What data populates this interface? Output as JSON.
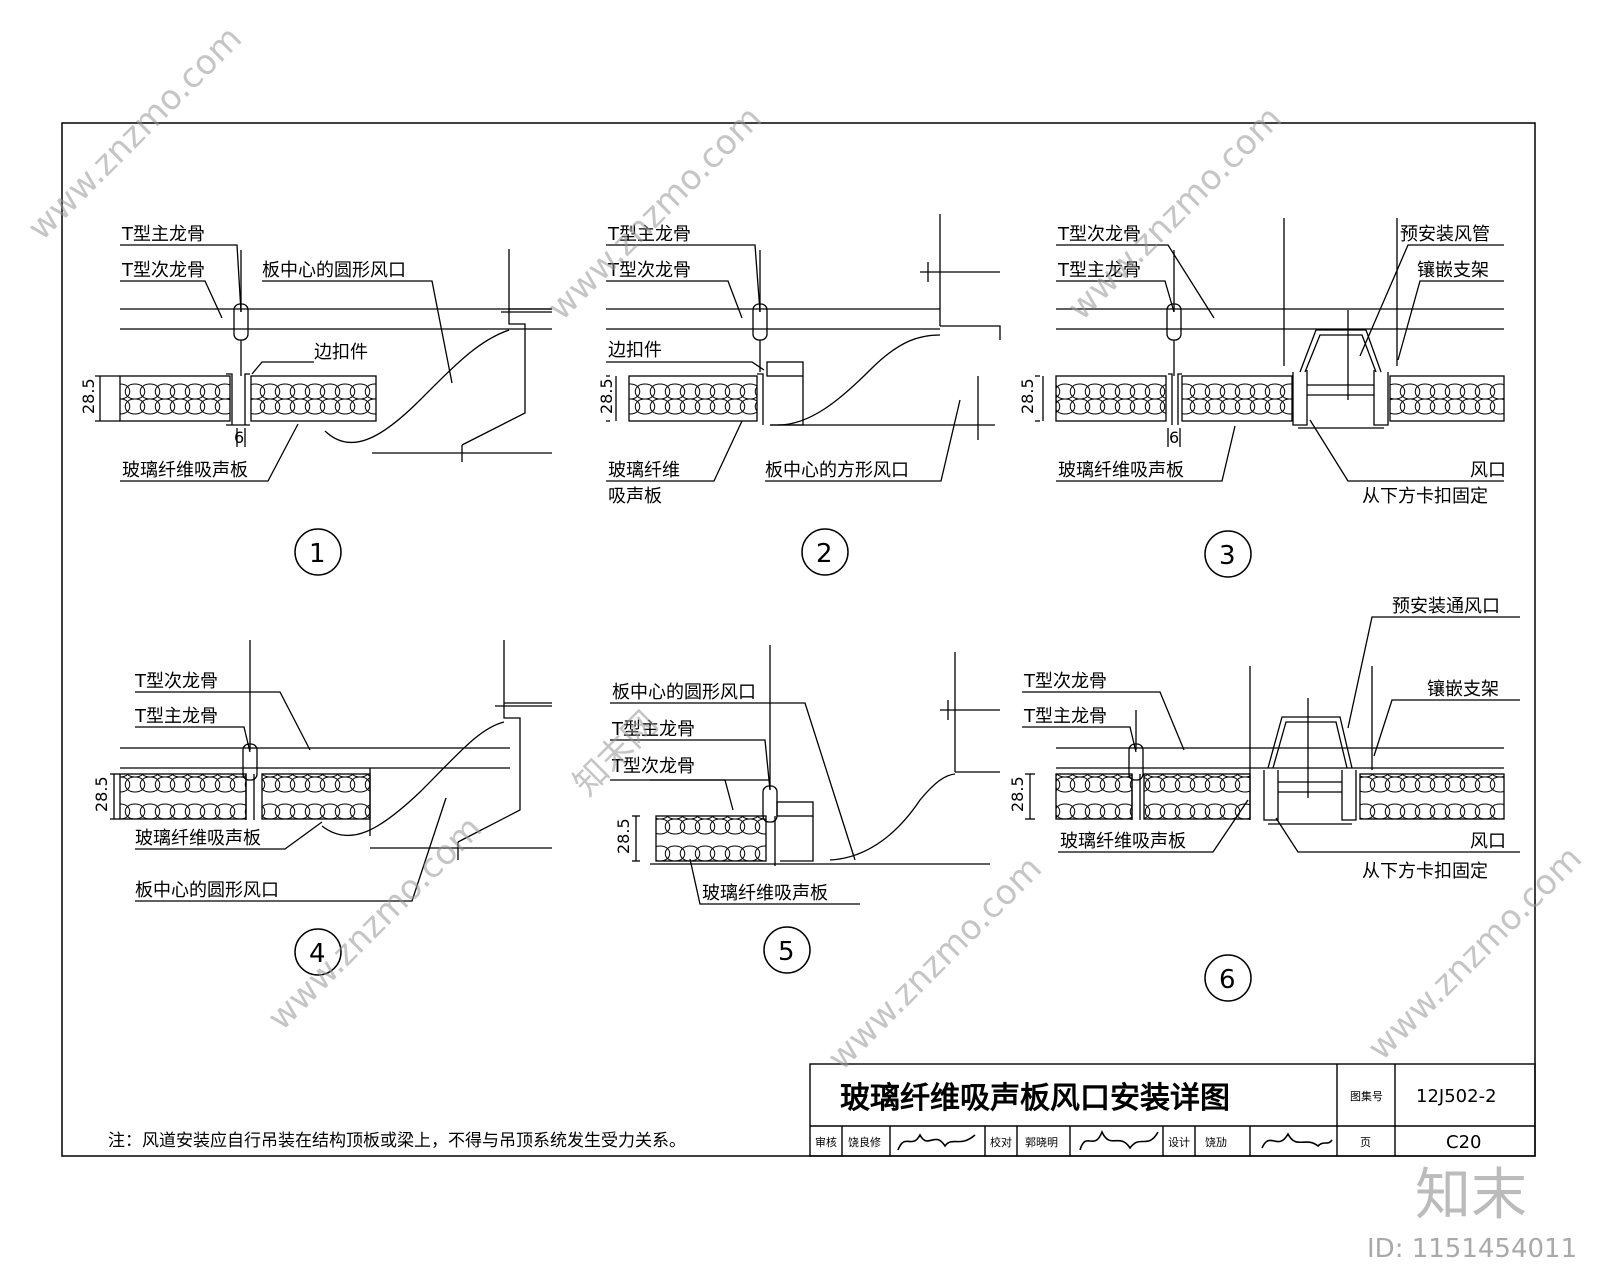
{
  "title": "玻璃纤维吸声板风口安装详图",
  "atlas_label": "图集号",
  "atlas_no": "12J502-2",
  "page_label": "页",
  "page_no": "C20",
  "signoff": {
    "review_label": "审核",
    "review_name": "饶良修",
    "check_label": "校对",
    "check_name": "郭晓明",
    "design_label": "设计",
    "design_name": "饶劢"
  },
  "note": "注：风道安装应自行吊装在结构顶板或梁上，不得与吊顶系统发生受力关系。",
  "dims": {
    "thickness": "28.5",
    "gap": "6"
  },
  "details": [
    {
      "no": "1",
      "labels": [
        "T型主龙骨",
        "T型次龙骨",
        "板中心的圆形风口",
        "边扣件",
        "玻璃纤维吸声板"
      ]
    },
    {
      "no": "2",
      "labels": [
        "T型主龙骨",
        "T型次龙骨",
        "边扣件",
        "玻璃纤维",
        "吸声板",
        "板中心的方形风口"
      ]
    },
    {
      "no": "3",
      "labels": [
        "T型次龙骨",
        "T型主龙骨",
        "预安装风管",
        "镶嵌支架",
        "玻璃纤维吸声板",
        "风口",
        "从下方卡扣固定"
      ]
    },
    {
      "no": "4",
      "labels": [
        "T型次龙骨",
        "T型主龙骨",
        "玻璃纤维吸声板",
        "板中心的圆形风口"
      ]
    },
    {
      "no": "5",
      "labels": [
        "板中心的圆形风口",
        "T型主龙骨",
        "T型次龙骨",
        "玻璃纤维吸声板"
      ]
    },
    {
      "no": "6",
      "labels": [
        "预安装通风口",
        "T型次龙骨",
        "T型主龙骨",
        "镶嵌支架",
        "玻璃纤维吸声板",
        "风口",
        "从下方卡扣固定"
      ]
    }
  ],
  "watermark": {
    "url": "www.znzmo.com",
    "brand": "知末网",
    "logo": "知末",
    "id": "ID: 1151454011"
  }
}
